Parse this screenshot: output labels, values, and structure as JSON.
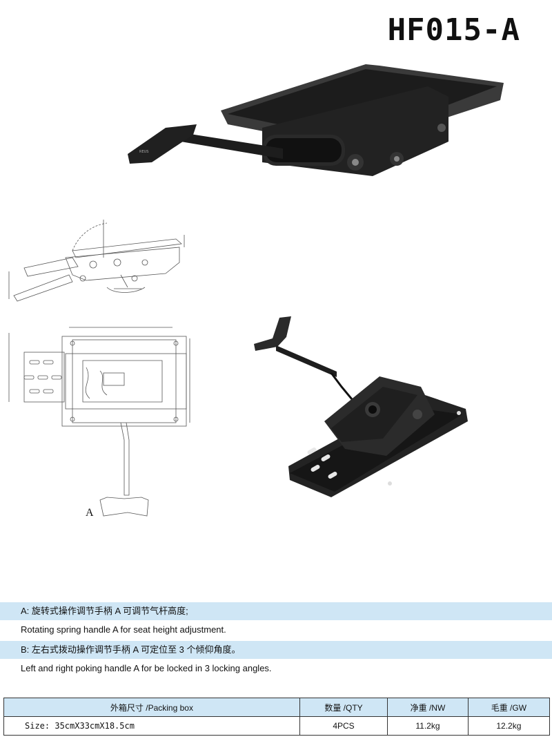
{
  "title": "HF015-A",
  "illustrations": {
    "photo_top": "mechanism-photo-side",
    "drawing_side": "technical-drawing-side-view",
    "drawing_top": "technical-drawing-top-view",
    "photo_bottom": "mechanism-photo-perspective",
    "handle_label": "A"
  },
  "notes": [
    {
      "label": "A: 旋转式操作调节手柄 A 可调节气杆高度;",
      "text": "Rotating spring handle A for seat height adjustment."
    },
    {
      "label": "B: 左右式拨动操作调节手柄 A 可定位至 3 个倾仰角度。",
      "text": "Left and right poking handle A for be locked in 3 locking angles."
    }
  ],
  "spec_table": {
    "headers": [
      "外箱尺寸 /Packing box",
      "数量 /QTY",
      "净重 /NW",
      "毛重 /GW"
    ],
    "row": [
      "Size: 35cmX33cmX18.5cm",
      "4PCS",
      "11.2kg",
      "12.2kg"
    ]
  },
  "accent_color": "#cfe6f5"
}
